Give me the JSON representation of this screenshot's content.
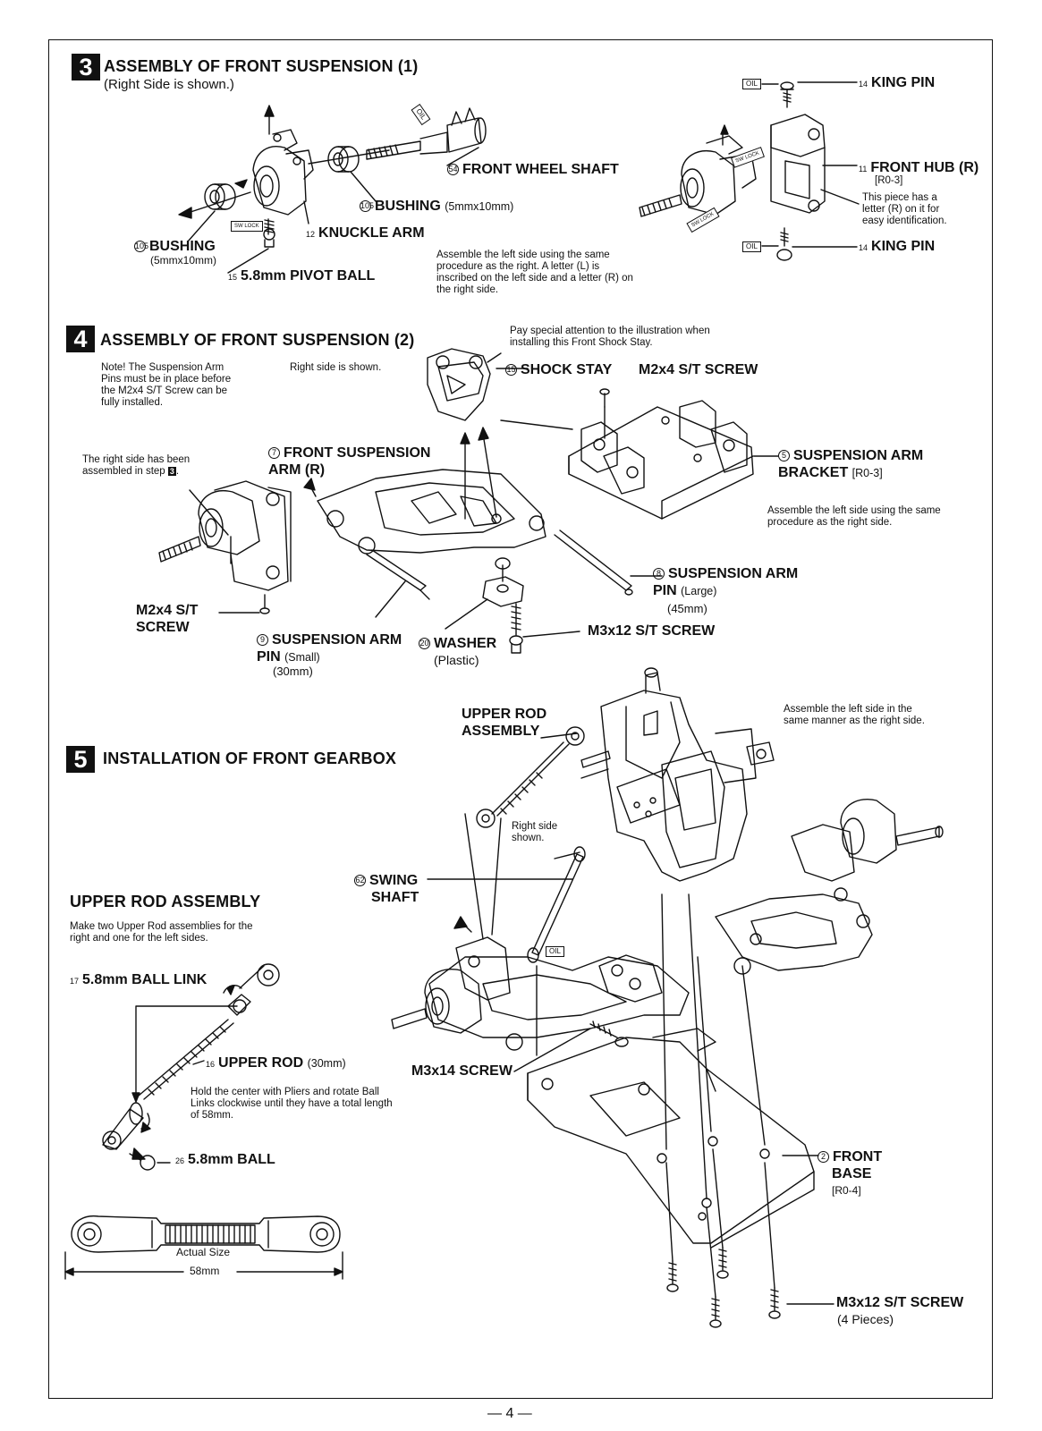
{
  "step3": {
    "number": "3",
    "title": "ASSEMBLY OF FRONT SUSPENSION (1)",
    "subtitle": "(Right Side is shown.)",
    "labels": {
      "king_pin_top": {
        "num": "14",
        "text": "KING PIN"
      },
      "front_wheel_shaft": {
        "num": "54",
        "text": "FRONT WHEEL SHAFT"
      },
      "front_hub": {
        "num": "11",
        "text": "FRONT HUB (R)",
        "ref": "[R0-3]"
      },
      "bushing_right": {
        "num": "105",
        "text": "BUSHING",
        "size": "(5mmx10mm)"
      },
      "hub_note": "This piece has a letter (R) on it for easy identification.",
      "bushing_left": {
        "num": "105",
        "text": "BUSHING",
        "size": "(5mmx10mm)"
      },
      "knuckle_arm": {
        "num": "12",
        "text": "KNUCKLE ARM"
      },
      "king_pin_bottom": {
        "num": "14",
        "text": "KING PIN"
      },
      "pivot_ball": {
        "num": "15",
        "text": "5.8mm PIVOT BALL"
      },
      "assemble_note": "Assemble the left side using the same procedure as the right. A letter (L) is inscribed on the left side and a letter (R) on the right side."
    },
    "tags": {
      "oil": "OIL",
      "swlock": "SW LOCK"
    }
  },
  "step4": {
    "number": "4",
    "title": "ASSEMBLY OF FRONT SUSPENSION (2)",
    "pay_attention": "Pay special attention to the illustration when installing this Front Shock Stay.",
    "note": "Note! The Suspension Arm Pins must be in place before the M2x4 S/T Screw can be fully installed.",
    "right_side": "Right side is shown.",
    "shock_stay": {
      "num": "15",
      "text": "SHOCK STAY"
    },
    "m2x4_top": "M2x4 S/T SCREW",
    "right_assembled": "The right side has been assembled in step",
    "right_assembled_ref": "3",
    "front_arm": {
      "num": "7",
      "line1": "FRONT SUSPENSION",
      "line2": "ARM (R)"
    },
    "bracket": {
      "num": "5",
      "line1": "SUSPENSION ARM",
      "line2": "BRACKET",
      "ref": "[R0-3]"
    },
    "left_note": "Assemble the left side using the same procedure as the right side.",
    "pin_large": {
      "num": "8",
      "line1": "SUSPENSION ARM",
      "line2": "PIN",
      "size": "(Large)",
      "len": "(45mm)"
    },
    "m2x4_bottom": {
      "line1": "M2x4 S/T",
      "line2": "SCREW"
    },
    "m3x12": "M3x12 S/T SCREW",
    "pin_small": {
      "num": "9",
      "line1": "SUSPENSION ARM",
      "line2": "PIN",
      "size": "(Small)",
      "len": "(30mm)"
    },
    "washer": {
      "num": "20",
      "text": "WASHER",
      "sub": "(Plastic)"
    }
  },
  "step5": {
    "number": "5",
    "title": "INSTALLATION OF FRONT GEARBOX",
    "upper_rod_assembly_label": {
      "line1": "UPPER ROD",
      "line2": "ASSEMBLY"
    },
    "left_note": "Assemble the left side in the same manner as the right side.",
    "right_side": "Right side shown.",
    "swing_shaft": {
      "num": "62",
      "line1": "SWING",
      "line2": "SHAFT"
    },
    "m3x14": "M3x14 SCREW",
    "front_base": {
      "num": "2",
      "line1": "FRONT",
      "line2": "BASE",
      "ref": "[R0-4]"
    },
    "m3x12": "M3x12 S/T SCREW",
    "m3x12_qty": "(4 Pieces)"
  },
  "upper_rod": {
    "title": "UPPER ROD ASSEMBLY",
    "desc": "Make two Upper Rod assemblies for the right and one for the left sides.",
    "ball_link": {
      "num": "17",
      "text": "5.8mm BALL LINK"
    },
    "rod": {
      "num": "16",
      "text": "UPPER ROD",
      "size": "(30mm)"
    },
    "instruction": "Hold the center with Pliers and rotate Ball Links clockwise until they have a total length of 58mm.",
    "ball": {
      "num": "26",
      "text": "5.8mm BALL"
    },
    "actual_size": "Actual Size",
    "length": "58mm"
  },
  "page_number": "— 4 —"
}
